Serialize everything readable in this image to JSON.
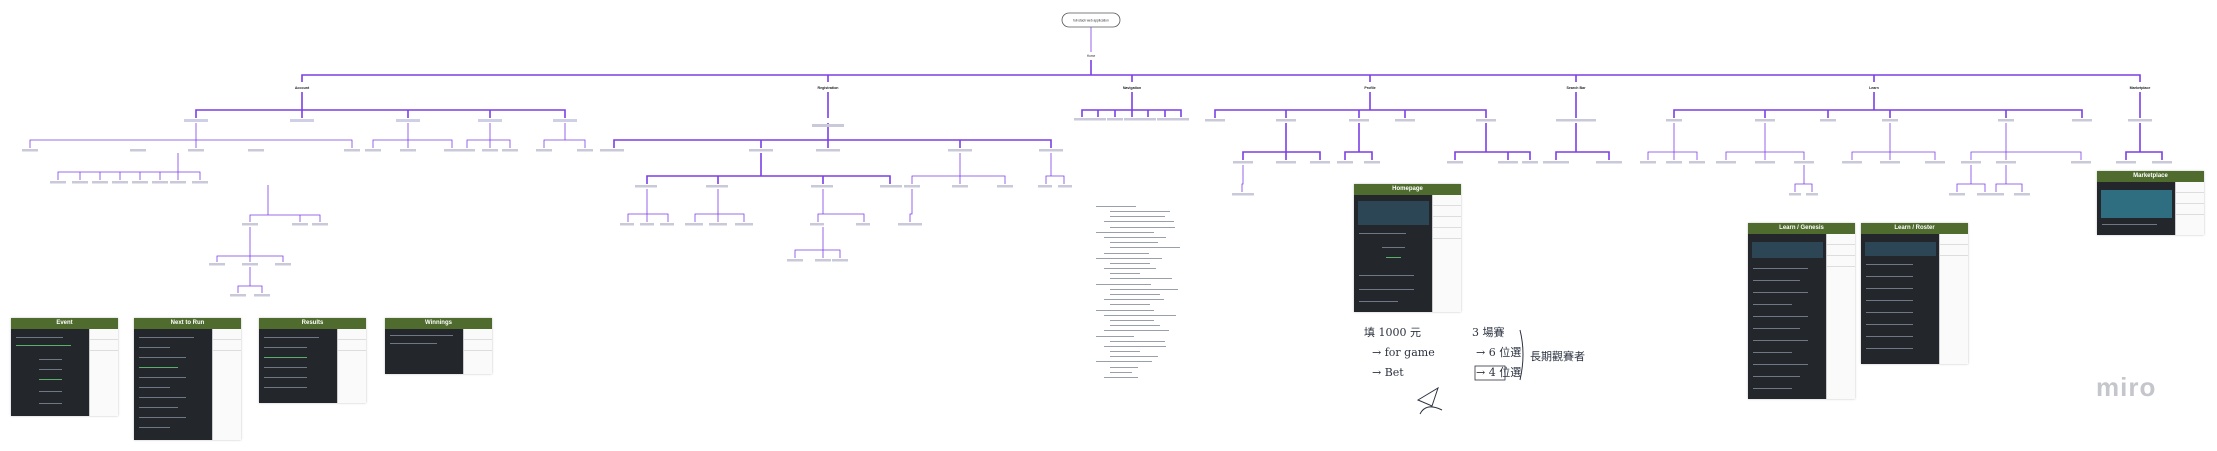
{
  "root_label": "full-stack web application",
  "hub_label": "Home",
  "l1_labels": [
    "Account",
    "Registration",
    "Navigation",
    "Profile",
    "Search Bar",
    "Learn",
    "Marketplace"
  ],
  "panels": {
    "event": "Event",
    "next_to_run": "Next to Run",
    "results": "Results",
    "winnings": "Winnings",
    "homepage": "Homepage",
    "learn_genesis": "Learn / Genesis",
    "learn_roster": "Learn / Roster",
    "marketplace": "Marketplace"
  },
  "handwriting": {
    "line1": "填 1000 元",
    "line2": "→ for game",
    "line3": "→ Bet",
    "right1": "3 場賽",
    "right2": "→ 6 位選",
    "right3": "→ 4 位選",
    "right_note": "長期觀賽者"
  },
  "watermark": "miro",
  "colors": {
    "edge": "#7b3fe4",
    "panel_header": "#4f6b2e",
    "panel_body": "#23262b"
  }
}
